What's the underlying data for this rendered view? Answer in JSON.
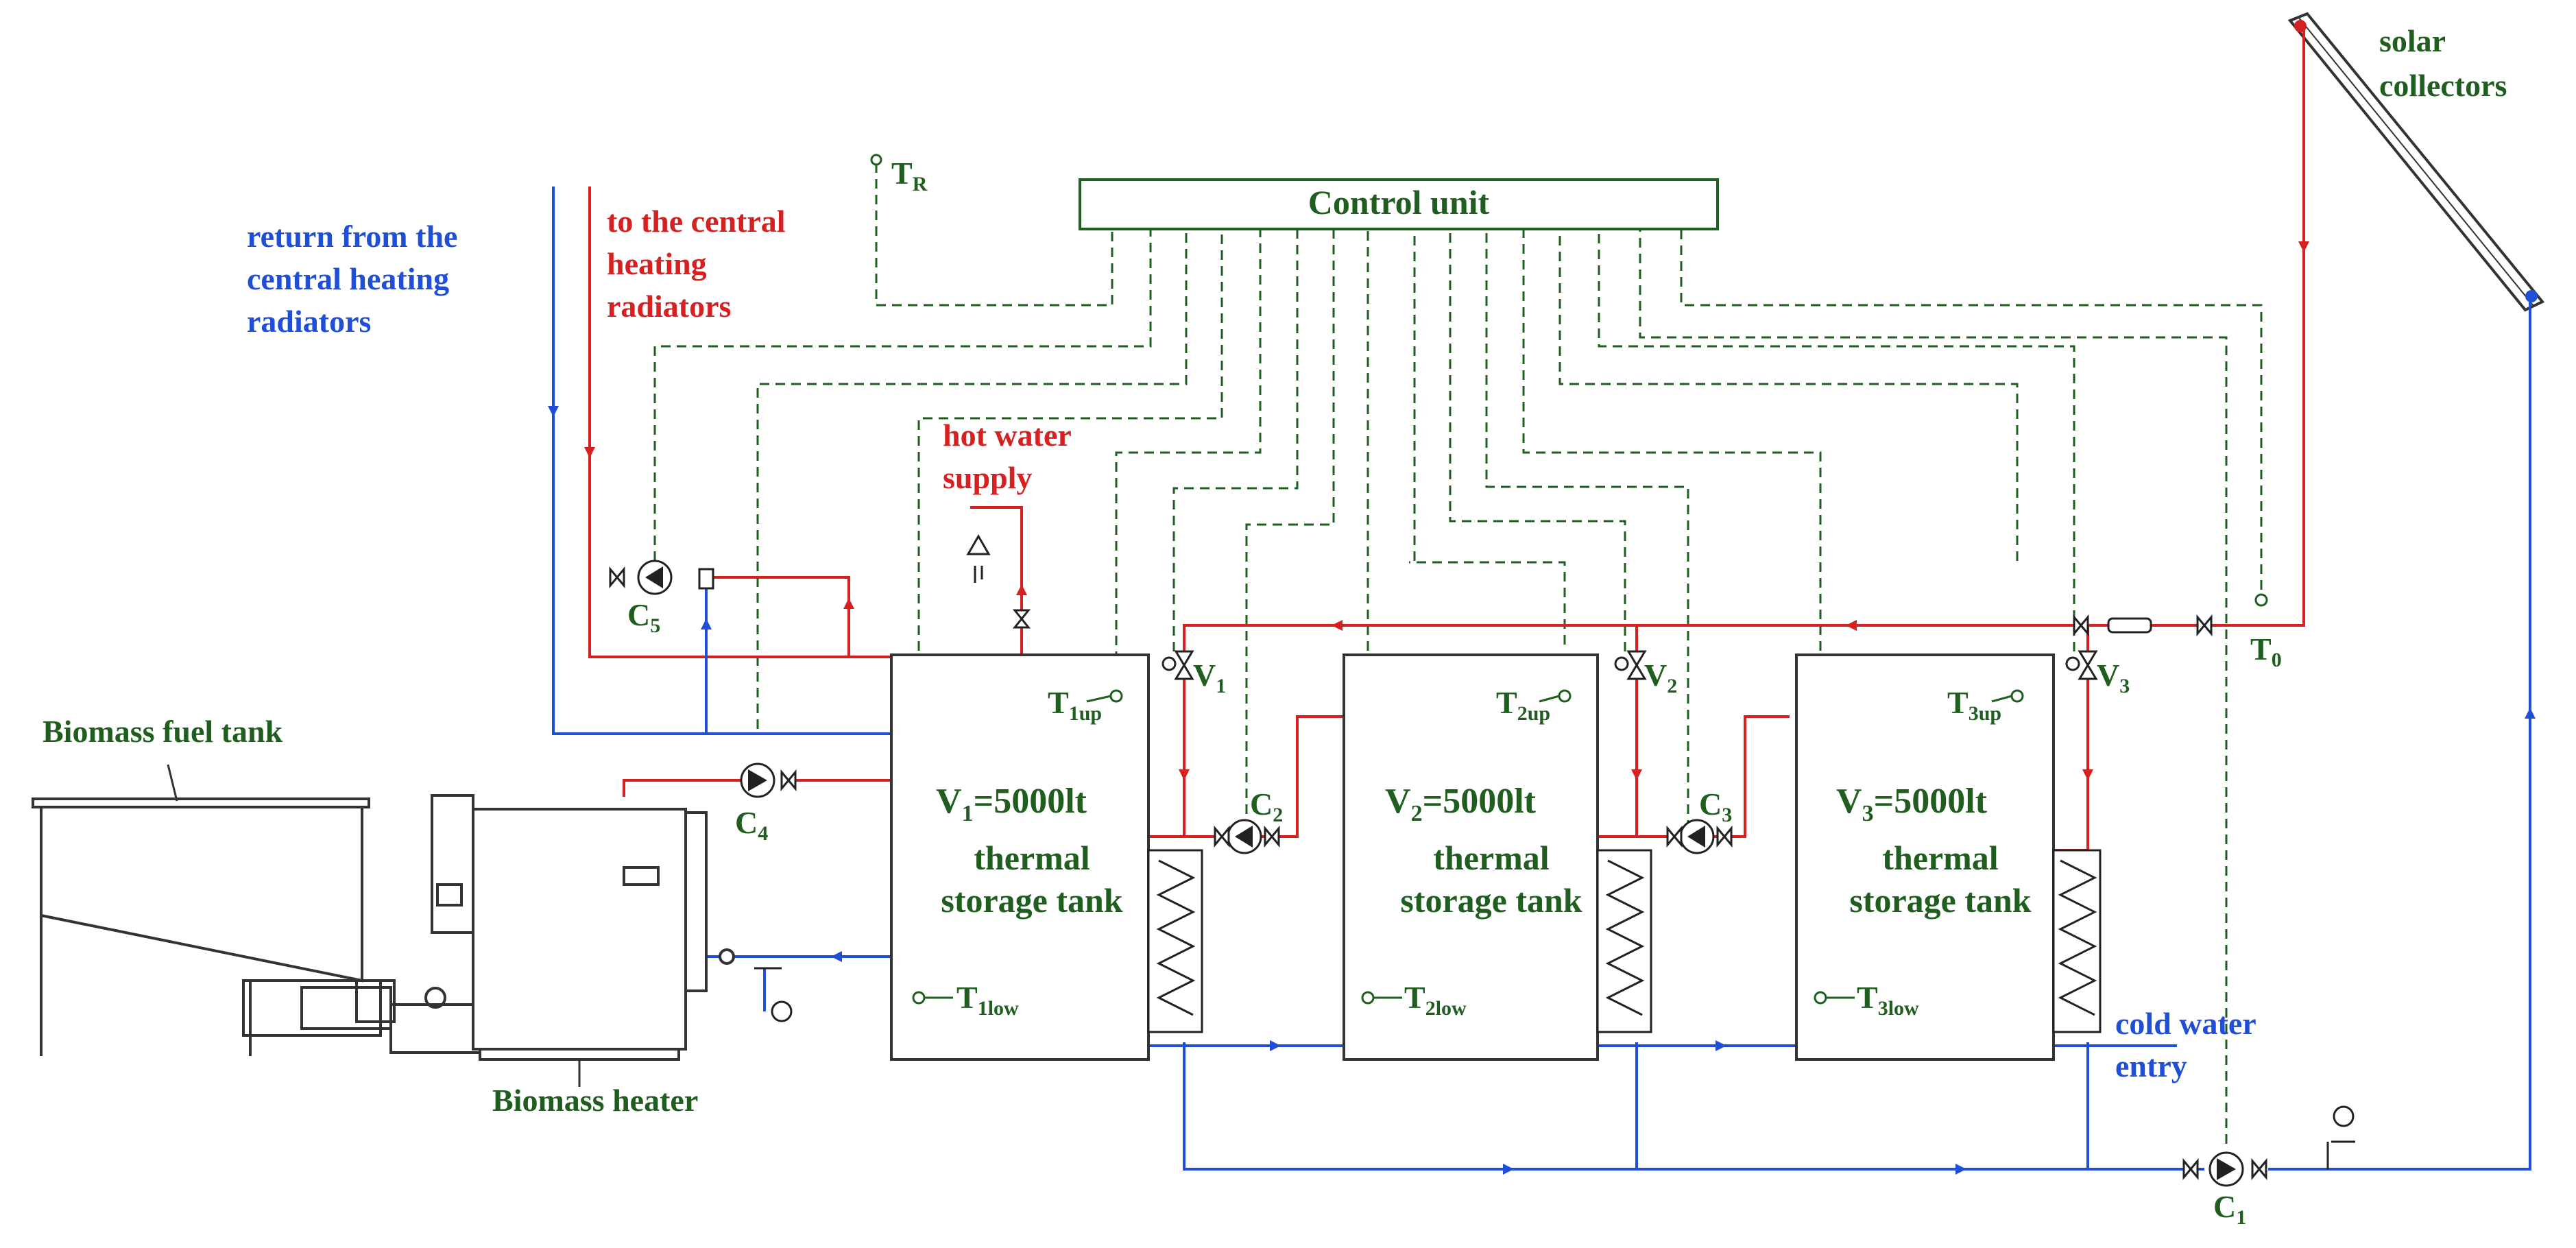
{
  "labels": {
    "control_unit": "Control unit",
    "solar": [
      "solar",
      "collectors"
    ],
    "return_radiators": [
      "return from the",
      "central heating",
      "radiators"
    ],
    "to_radiators": [
      "to the central",
      "heating",
      "radiators"
    ],
    "hot_water": [
      "hot water",
      "supply"
    ],
    "fuel_tank": "Biomass fuel tank",
    "heater": "Biomass heater",
    "cold_water": [
      "cold water",
      "entry"
    ],
    "tank_type": [
      "thermal",
      "storage tank"
    ]
  },
  "tanks": [
    {
      "main": "V",
      "sub": "1",
      "rest": "=5000lt"
    },
    {
      "main": "V",
      "sub": "2",
      "rest": "=5000lt"
    },
    {
      "main": "V",
      "sub": "3",
      "rest": "=5000lt"
    }
  ],
  "sensors": {
    "t1up": {
      "main": "T",
      "sub": "1up"
    },
    "t2up": {
      "main": "T",
      "sub": "2up"
    },
    "t3up": {
      "main": "T",
      "sub": "3up"
    },
    "t1low": {
      "main": "T",
      "sub": "1low"
    },
    "t2low": {
      "main": "T",
      "sub": "2low"
    },
    "t3low": {
      "main": "T",
      "sub": "3low"
    },
    "tr": {
      "main": "T",
      "sub": "R"
    },
    "t0": {
      "main": "T",
      "sub": "0"
    }
  },
  "pumps": {
    "c1": {
      "main": "C",
      "sub": "1"
    },
    "c2": {
      "main": "C",
      "sub": "2"
    },
    "c3": {
      "main": "C",
      "sub": "3"
    },
    "c4": {
      "main": "C",
      "sub": "4"
    },
    "c5": {
      "main": "C",
      "sub": "5"
    }
  },
  "valves": {
    "v1": {
      "main": "V",
      "sub": "1"
    },
    "v2": {
      "main": "V",
      "sub": "2"
    },
    "v3": {
      "main": "V",
      "sub": "3"
    }
  },
  "colors": {
    "hot": "#d72020",
    "cold": "#1f4fd6",
    "control": "#1f5e1f",
    "equipment": "#333333"
  }
}
